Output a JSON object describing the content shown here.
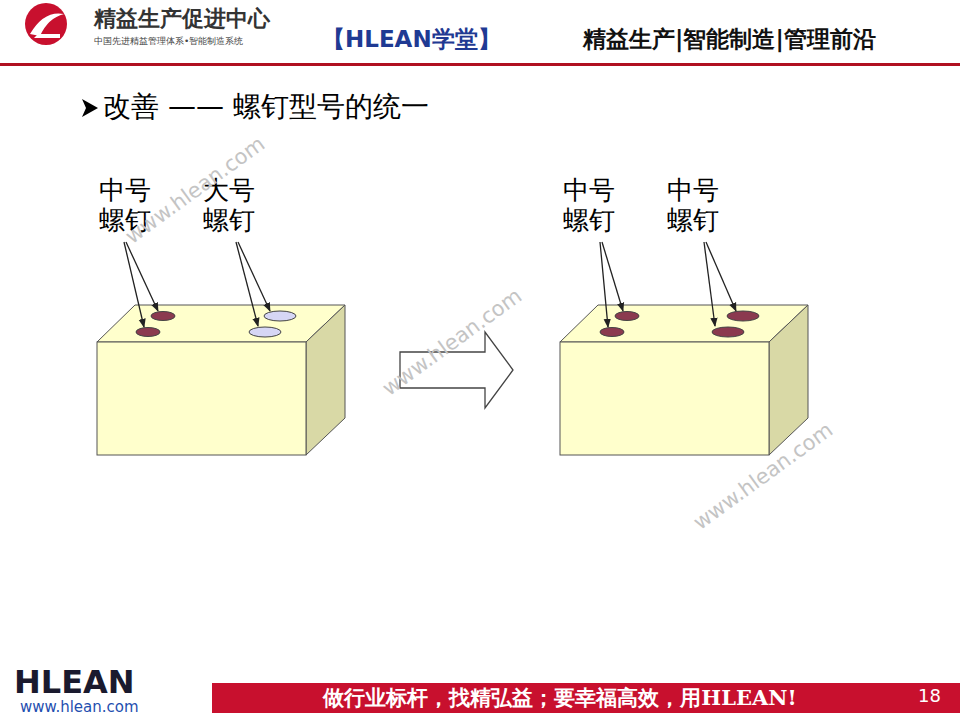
{
  "diagram": {
    "title": "改善 —— 螺钉型号的统一",
    "labels": [
      "精益生产促进中心",
      "中国先进精益管理体系•智能制造系统",
      "【HLEAN学堂】",
      "精益生产|智能制造|管理前沿",
      "中号 螺钉",
      "大号 螺钉",
      "中号 螺钉",
      "中号 螺钉",
      "www.hlean.com",
      "www.hlean.com",
      "www.hlean.com",
      "HLEAN",
      "www.hlean.com",
      "做行业标杆，找精弘益；要幸福高效，用HLEAN!",
      "18"
    ]
  }
}
